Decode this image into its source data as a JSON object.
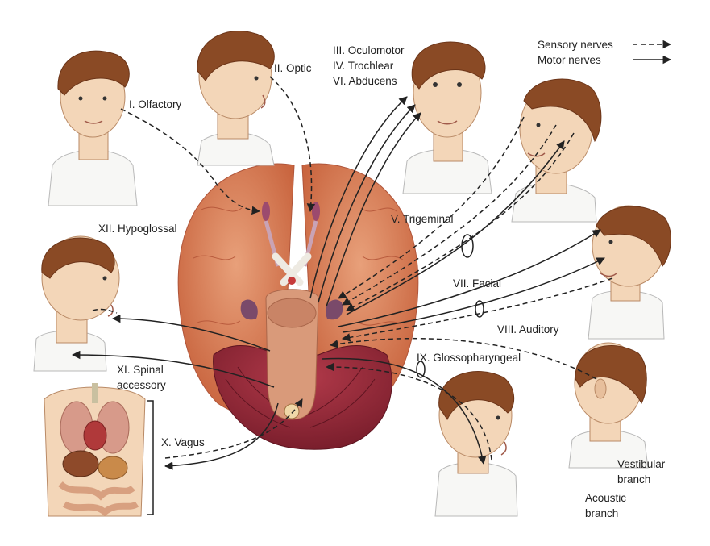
{
  "legend": {
    "sensory": "Sensory nerves",
    "motor": "Motor nerves"
  },
  "labels": {
    "olfactory": "I. Olfactory",
    "optic": "II. Optic",
    "oculomotor": "III. Oculomotor",
    "trochlear": "IV. Trochlear",
    "abducens": "VI. Abducens",
    "trigeminal": "V. Trigeminal",
    "facial": "VII. Facial",
    "auditory": "VIII. Auditory",
    "glossopharyngeal": "IX. Glossopharyngeal",
    "vagus": "X. Vagus",
    "spinal_accessory_1": "XI. Spinal",
    "spinal_accessory_2": "accessory",
    "hypoglossal": "XII. Hypoglossal",
    "vestibular_1": "Vestibular",
    "vestibular_2": "branch",
    "acoustic_1": "Acoustic",
    "acoustic_2": "branch"
  },
  "colors": {
    "cerebrum": "#d9805a",
    "cerebellum": "#9a2a3a",
    "brainstem": "#d99a7a",
    "skin": "#f3d6b8",
    "hair": "#8a4a25",
    "line": "#222222"
  }
}
